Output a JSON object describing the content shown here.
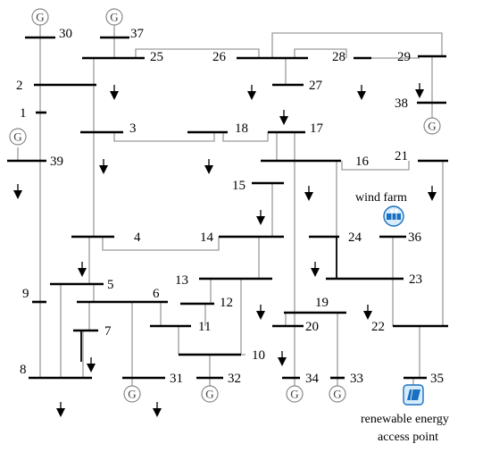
{
  "buses": [
    {
      "id": "bus-30",
      "label": "30"
    },
    {
      "id": "bus-37",
      "label": "37"
    },
    {
      "id": "bus-25",
      "label": "25"
    },
    {
      "id": "bus-26",
      "label": "26"
    },
    {
      "id": "bus-28",
      "label": "28"
    },
    {
      "id": "bus-29",
      "label": "29"
    },
    {
      "id": "bus-2",
      "label": "2"
    },
    {
      "id": "bus-27",
      "label": "27"
    },
    {
      "id": "bus-1",
      "label": "1"
    },
    {
      "id": "bus-38",
      "label": "38"
    },
    {
      "id": "bus-3",
      "label": "3"
    },
    {
      "id": "bus-18",
      "label": "18"
    },
    {
      "id": "bus-17",
      "label": "17"
    },
    {
      "id": "bus-39",
      "label": "39"
    },
    {
      "id": "bus-16",
      "label": "16"
    },
    {
      "id": "bus-21",
      "label": "21"
    },
    {
      "id": "bus-15",
      "label": "15"
    },
    {
      "id": "bus-4",
      "label": "4"
    },
    {
      "id": "bus-14",
      "label": "14"
    },
    {
      "id": "bus-24",
      "label": "24"
    },
    {
      "id": "bus-36",
      "label": "36"
    },
    {
      "id": "bus-5",
      "label": "5"
    },
    {
      "id": "bus-13",
      "label": "13"
    },
    {
      "id": "bus-23",
      "label": "23"
    },
    {
      "id": "bus-9",
      "label": "9"
    },
    {
      "id": "bus-6",
      "label": "6"
    },
    {
      "id": "bus-12",
      "label": "12"
    },
    {
      "id": "bus-19",
      "label": "19"
    },
    {
      "id": "bus-7",
      "label": "7"
    },
    {
      "id": "bus-11",
      "label": "11"
    },
    {
      "id": "bus-20",
      "label": "20"
    },
    {
      "id": "bus-22",
      "label": "22"
    },
    {
      "id": "bus-10",
      "label": "10"
    },
    {
      "id": "bus-8",
      "label": "8"
    },
    {
      "id": "bus-31",
      "label": "31"
    },
    {
      "id": "bus-32",
      "label": "32"
    },
    {
      "id": "bus-34",
      "label": "34"
    },
    {
      "id": "bus-33",
      "label": "33"
    },
    {
      "id": "bus-35",
      "label": "35"
    }
  ],
  "generator_symbol": "G",
  "generator_icon": "generator-circle-icon",
  "load_icon": "load-arrow-icon",
  "wind_farm": {
    "label": "wind farm",
    "icon": "wind-turbine-icon"
  },
  "renewable": {
    "label_line1": "renewable energy",
    "label_line2": "access point",
    "icon": "solar-panel-icon"
  },
  "colors": {
    "bus": "#000000",
    "line": "#9a9a9a",
    "generator": "#888888",
    "icon_blue": "#1a6fc0"
  }
}
